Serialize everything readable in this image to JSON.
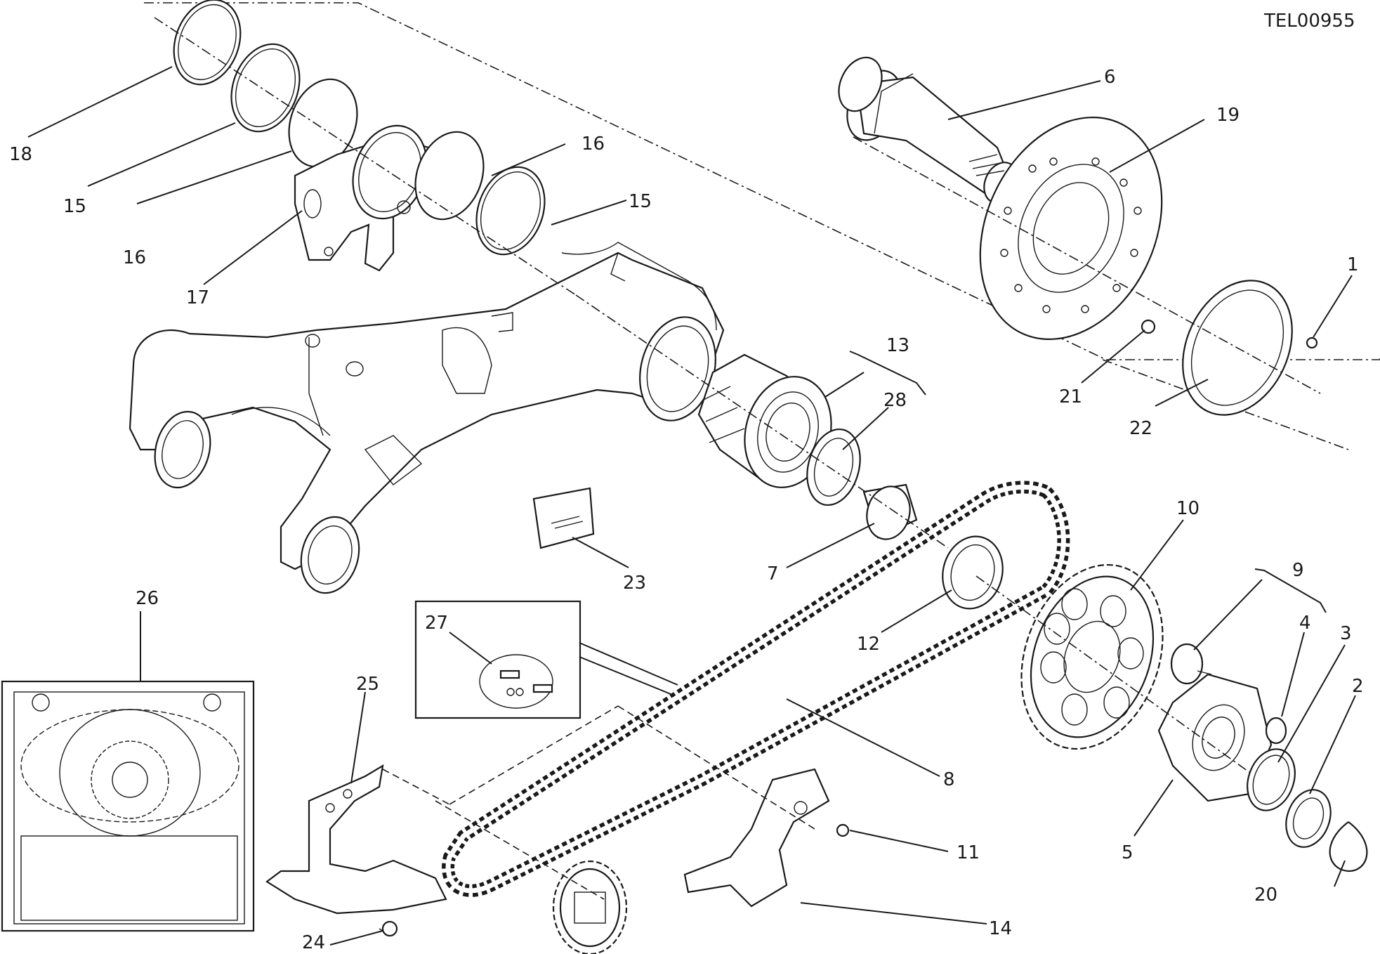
{
  "drawing_code": "TEL00955",
  "callouts": [
    "1",
    "2",
    "3",
    "4",
    "5",
    "6",
    "7",
    "8",
    "9",
    "10",
    "11",
    "12",
    "13",
    "14",
    "15",
    "15",
    "16",
    "16",
    "17",
    "18",
    "19",
    "20",
    "21",
    "22",
    "23",
    "24",
    "25",
    "26",
    "27",
    "28"
  ]
}
